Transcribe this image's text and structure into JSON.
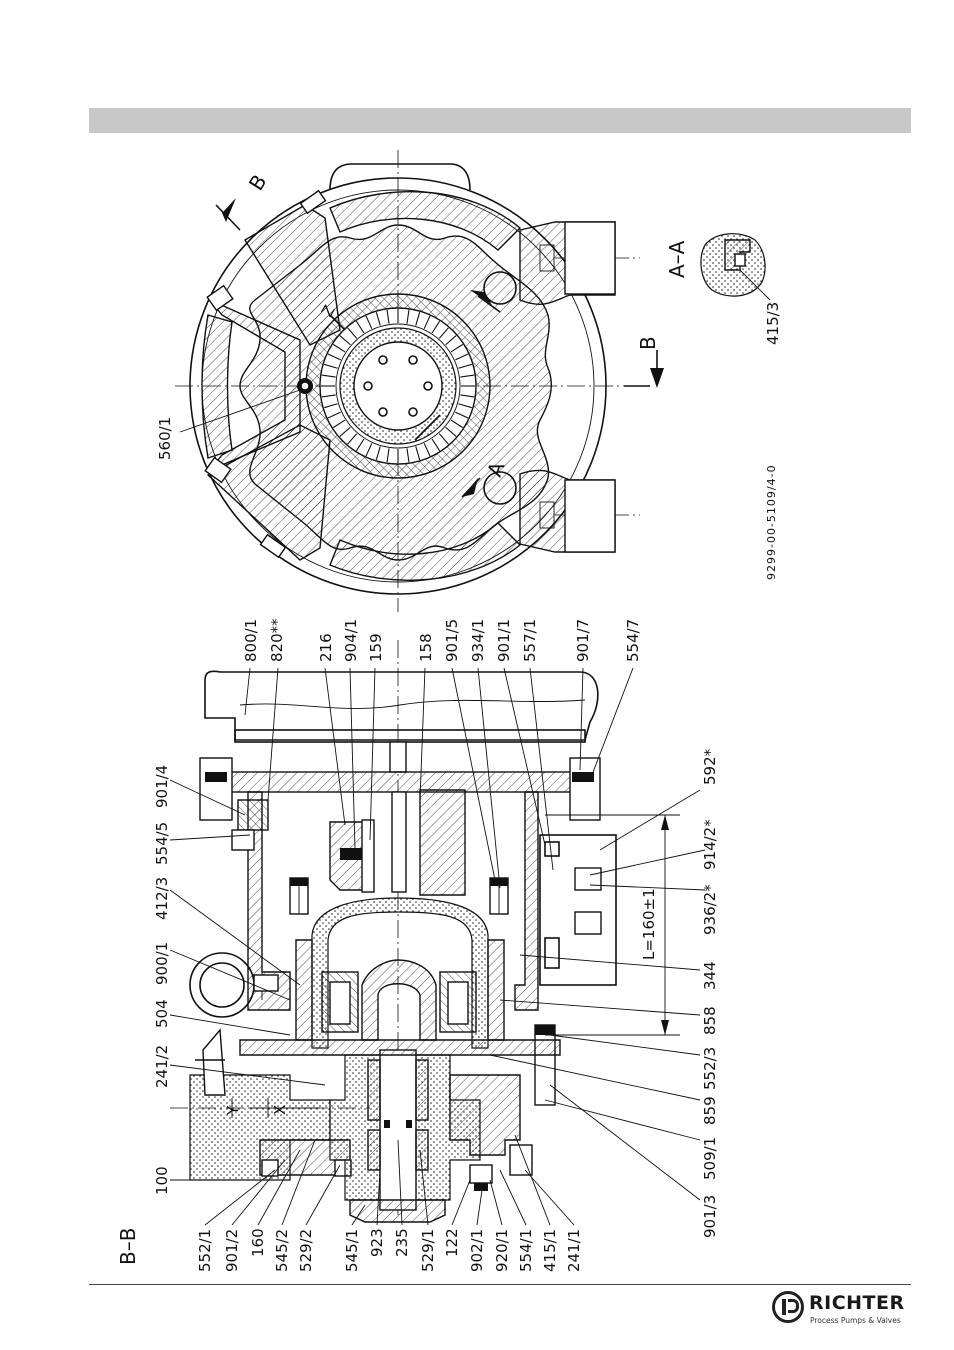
{
  "view_labels": {
    "section_bb": "B–B",
    "section_aa": "A–A",
    "cut_mark_a": "A",
    "cut_mark_b": "B",
    "cut_mark_b_top": "B",
    "detail_z": "Z",
    "detail_x": "X",
    "detail_y": "Y"
  },
  "dimension": "L=160±1",
  "drawing_number": "9299-00-5109/4-0",
  "top_view_labels": {
    "p560_1": "560/1",
    "p415_3": "415/3"
  },
  "left_labels": [
    "100",
    "241/2",
    "504",
    "900/1",
    "412/3",
    "554/5",
    "901/4"
  ],
  "top_labels": [
    "800/1",
    "820**",
    "216",
    "904/1",
    "159",
    "158",
    "901/5",
    "934/1",
    "901/1",
    "557/1",
    "901/7",
    "554/7"
  ],
  "bottom_labels": [
    "552/1",
    "901/2",
    "160",
    "545/2",
    "529/2",
    "545/1",
    "923",
    "235",
    "529/1",
    "122",
    "902/1",
    "920/1",
    "554/1",
    "415/1",
    "241/1"
  ],
  "right_labels": [
    "592*",
    "914/2*",
    "936/2*",
    "344",
    "858",
    "552/3",
    "859",
    "509/1",
    "901/3"
  ],
  "logo": {
    "name": "RICHTER",
    "tagline": "Process Pumps & Valves"
  },
  "icons": {
    "logo_mark": "richter-r-icon",
    "lifting_eye": "eyebolt-icon"
  }
}
